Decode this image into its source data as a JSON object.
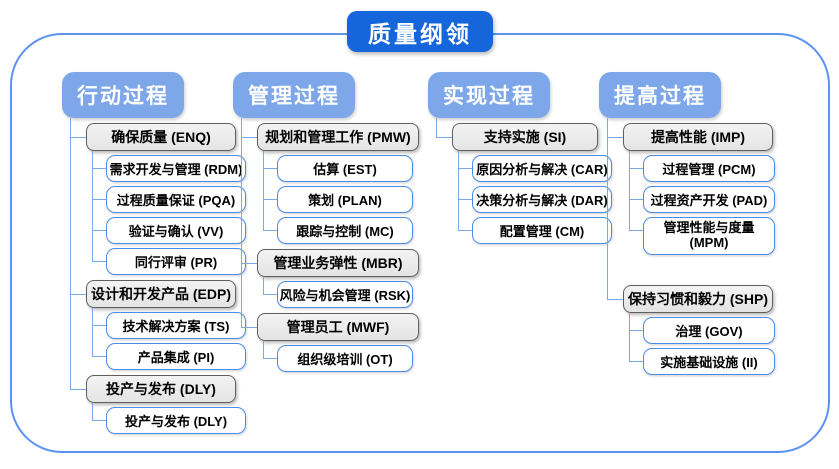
{
  "title": "质量纲领",
  "colors": {
    "title_blue": "#1666db",
    "header_blue": "#7da7e8",
    "line_blue": "#7da7e8",
    "frame_blue": "#5d92f2",
    "leaf_border": "#4a8ce8",
    "gray_border": "#5f5f5f"
  },
  "columns": [
    {
      "header": "行动过程",
      "groups": [
        {
          "label": "确保质量 (ENQ)",
          "items": [
            "需求开发与管理 (RDM)",
            "过程质量保证 (PQA)",
            "验证与确认 (VV)",
            "同行评审 (PR)"
          ]
        },
        {
          "label": "设计和开发产品 (EDP)",
          "items": [
            "技术解决方案 (TS)",
            "产品集成 (PI)"
          ]
        },
        {
          "label": "投产与发布 (DLY)",
          "items": [
            "投产与发布 (DLY)"
          ]
        }
      ]
    },
    {
      "header": "管理过程",
      "groups": [
        {
          "label": "规划和管理工作 (PMW)",
          "items": [
            "估算 (EST)",
            "策划 (PLAN)",
            "跟踪与控制 (MC)"
          ]
        },
        {
          "label": "管理业务弹性 (MBR)",
          "items": [
            "风险与机会管理 (RSK)"
          ]
        },
        {
          "label": "管理员工 (MWF)",
          "items": [
            "组织级培训 (OT)"
          ]
        }
      ]
    },
    {
      "header": "实现过程",
      "groups": [
        {
          "label": "支持实施 (SI)",
          "items": [
            "原因分析与解决 (CAR)",
            "决策分析与解决 (DAR)",
            "配置管理 (CM)"
          ]
        }
      ]
    },
    {
      "header": "提高过程",
      "groups": [
        {
          "label": "提高性能 (IMP)",
          "items": [
            "过程管理 (PCM)",
            "过程资产开发 (PAD)",
            "管理性能与度量 (MPM)"
          ]
        },
        {
          "label": "保持习惯和毅力 (SHP)",
          "items": [
            "治理 (GOV)",
            "实施基础设施 (II)"
          ]
        }
      ]
    }
  ]
}
